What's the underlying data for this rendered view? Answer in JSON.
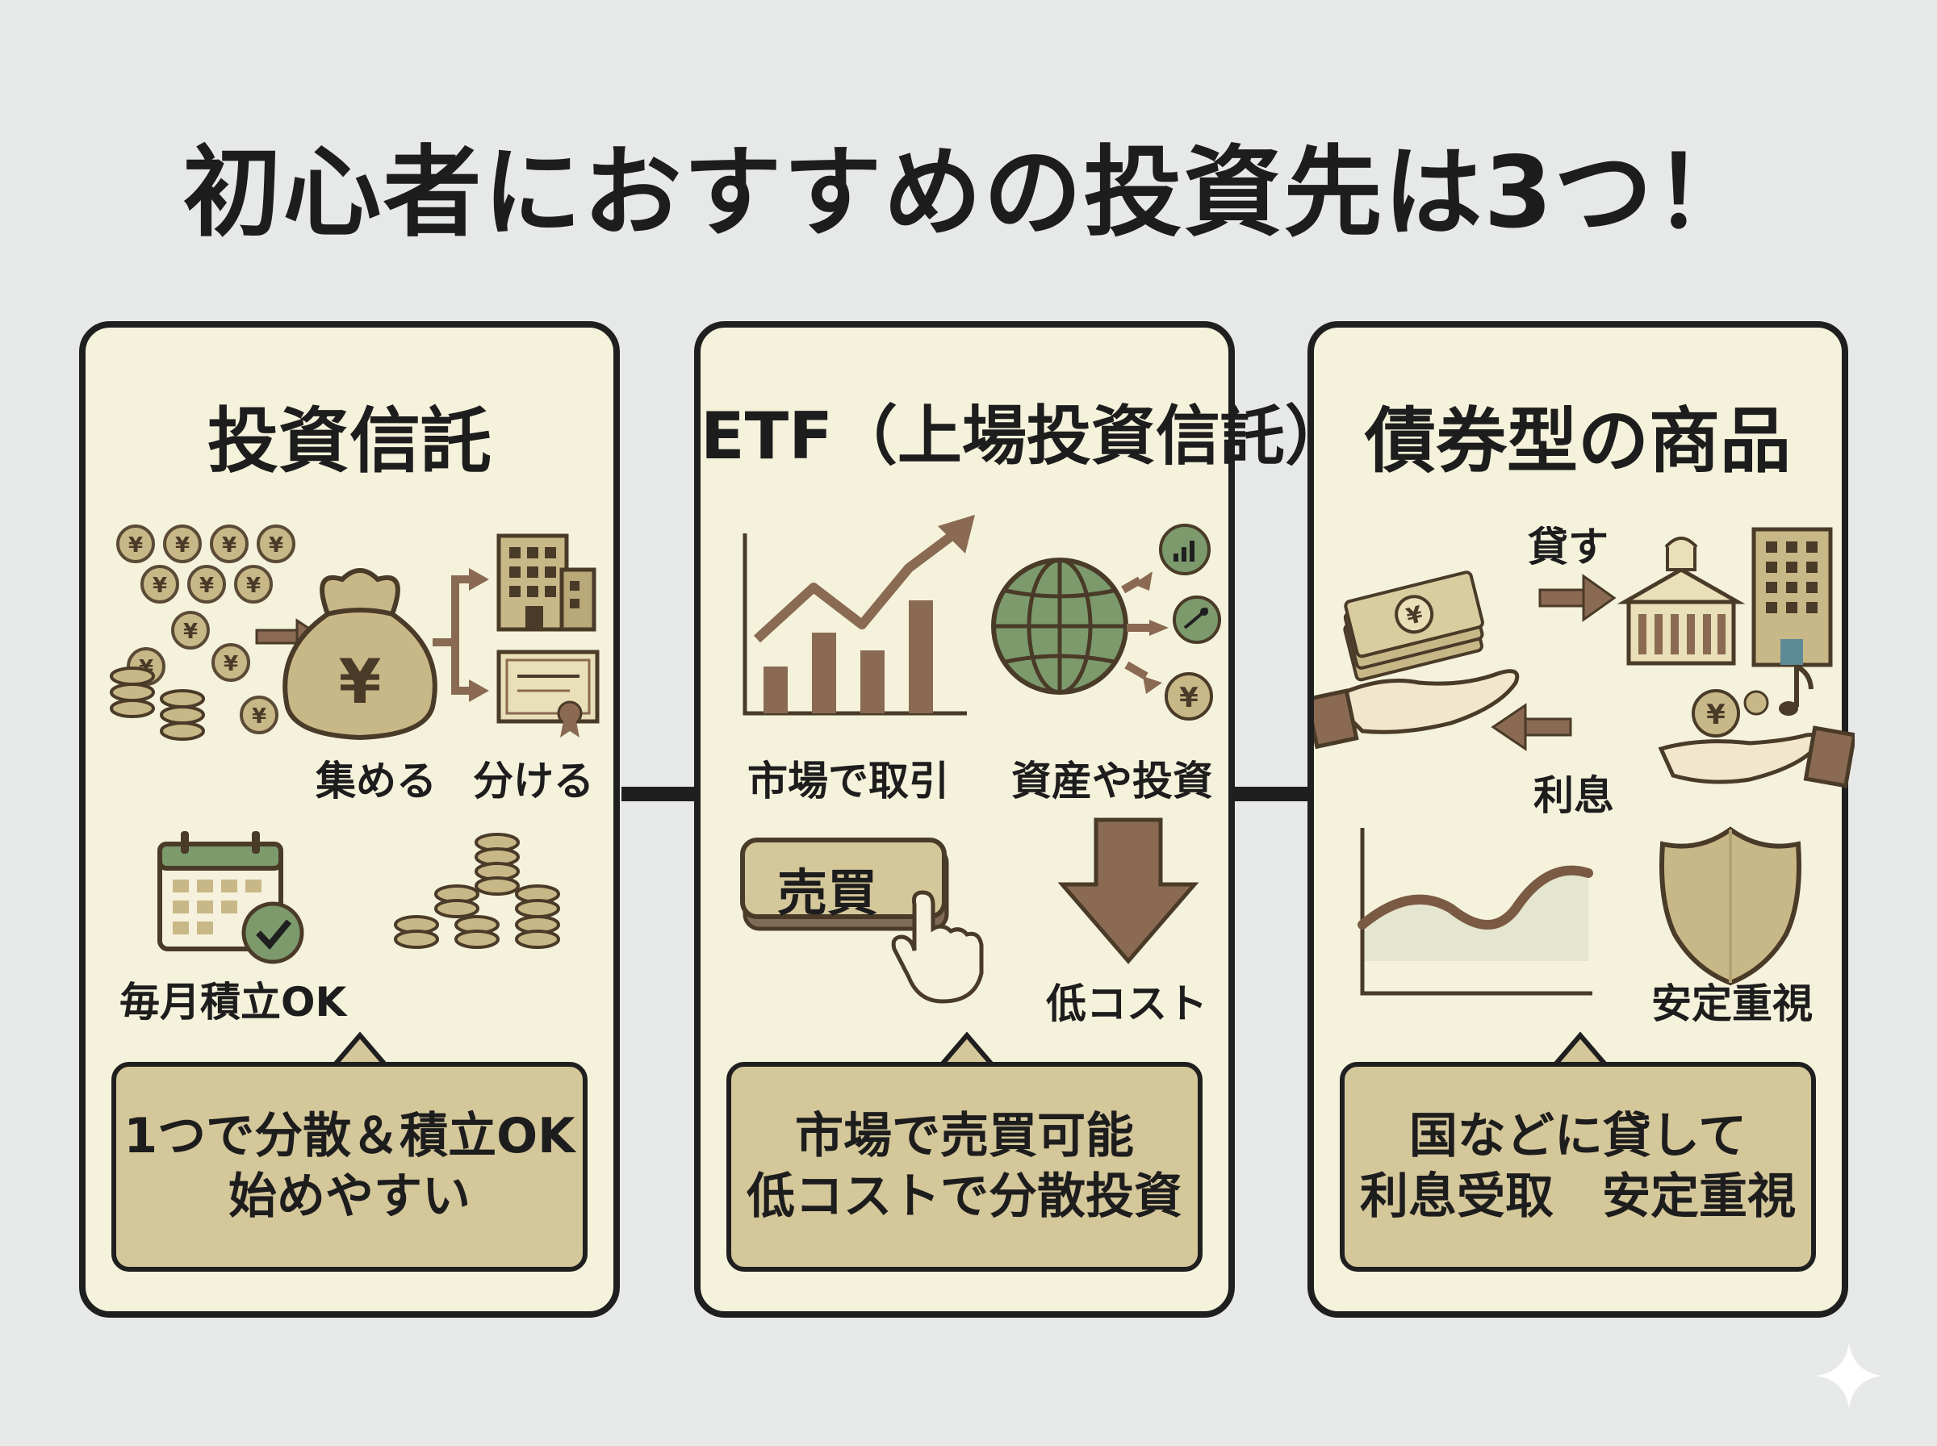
{
  "title": "初心者におすすめの投資先は3つ！",
  "colors": {
    "background": "#e6e9e8",
    "panel": "#f5f2dc",
    "bubble": "#d4c79a",
    "brown": "#8a6a52",
    "green": "#7c9a6c",
    "gold": "#c9b887",
    "border": "#1f1f1f"
  },
  "panels": [
    {
      "title": "投資信託",
      "labels": [
        "集める",
        "分ける",
        "毎月積立OK"
      ],
      "summary": [
        "1つで分散＆積立OK",
        "始めやすい"
      ]
    },
    {
      "title": "ETF（上場投資信託）",
      "labels": [
        "市場で取引",
        "資産や投資",
        "売買",
        "低コスト"
      ],
      "summary": [
        "市場で売買可能",
        "低コストで分散投資"
      ]
    },
    {
      "title": "債券型の商品",
      "labels": [
        "貸す",
        "利息",
        "安定重視"
      ],
      "summary": [
        "国などに貸して",
        "利息受取　安定重視"
      ]
    }
  ],
  "icons": [
    "yen-coin-icon",
    "money-bag-icon",
    "building-icon",
    "certificate-icon",
    "calendar-icon",
    "check-icon",
    "coin-stack-icon",
    "bar-chart-icon",
    "globe-icon",
    "press-button-icon",
    "down-arrow-icon",
    "cash-hand-icon",
    "government-building-icon",
    "music-note-icon",
    "shield-icon",
    "sparkle-icon"
  ]
}
